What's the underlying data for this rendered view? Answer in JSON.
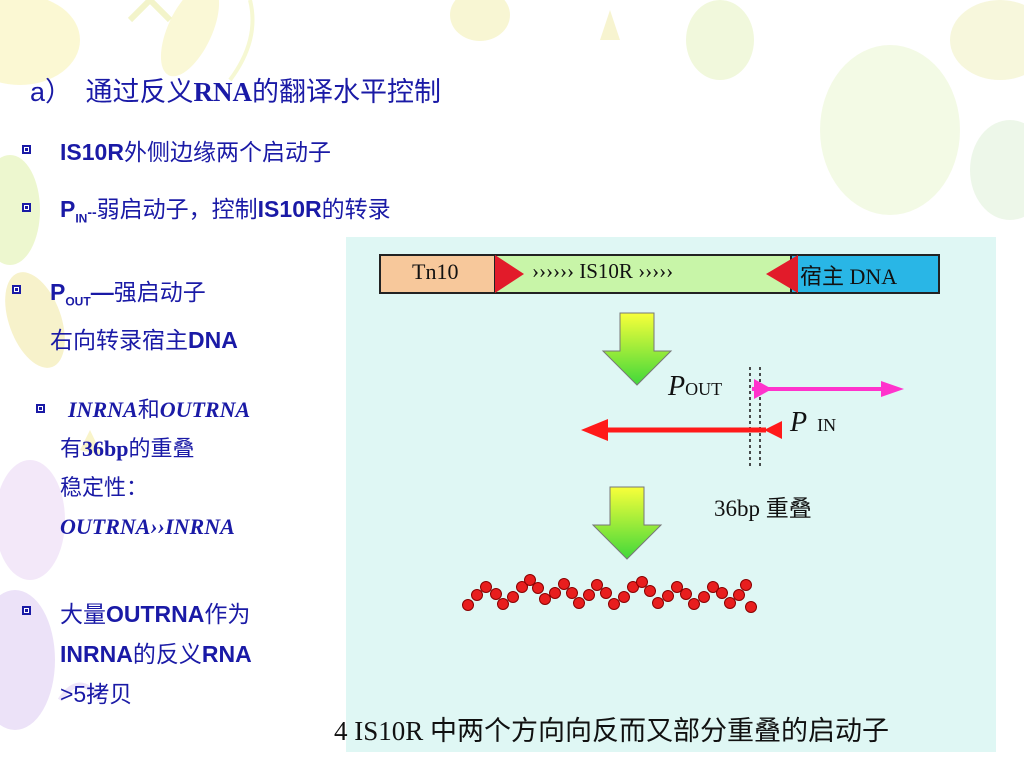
{
  "heading": {
    "prefix": "a",
    "paren": "）",
    "text_cn1": "通过反义",
    "text_rna": "RNA",
    "text_cn2": "的翻译水平控制"
  },
  "bullets": [
    {
      "line1_bold": "IS10R",
      "line1_rest": "外侧边缘两个启动子"
    },
    {
      "p_main": "P",
      "p_sub": "IN",
      "dash": "--",
      "rest1": "弱启动子，控制",
      "bold": "IS10R",
      "rest2": "的转录"
    },
    {
      "p_main": "P",
      "p_sub": "OUT",
      "dash": "—",
      "rest1": "强启动子",
      "line2_cn": "右向转录宿主",
      "line2_bold": "DNA"
    },
    {
      "it1": "INRNA",
      "cn1": "和",
      "it2": "OUTRNA",
      "line2_cn1": "有",
      "line2_num": "36bp",
      "line2_cn2": "的重叠",
      "line3": "稳定性：",
      "line4": "OUTRNA››INRNA"
    },
    {
      "l1_cn1": "大量",
      "l1_bold": "OUTRNA",
      "l1_cn2": "作为",
      "l2_bold": "INRNA",
      "l2_cn1": "的反义",
      "l2_bold2": "RNA",
      "l3": ">5拷贝"
    }
  ],
  "figure": {
    "seg_left": "Tn10",
    "seg_mid": "›››››› IS10R ›››››",
    "seg_right": "宿主 DNA",
    "pout_label": "P",
    "pout_sub": "OUT",
    "pin_label": "P",
    "pin_sub": "IN",
    "overlap_label": "36bp 重叠",
    "caption": "4 IS10R 中两个方向向反而又部分重叠的启动子"
  },
  "colors": {
    "text_blue": "#1a1aa6",
    "seg_left_fill": "#f7c89b",
    "seg_mid_fill": "#c8f5a8",
    "seg_right_fill": "#29b6e6",
    "promoter_red": "#e21b2a",
    "pout_arrow": "#ff33cc",
    "pin_arrow": "#ff1a1a",
    "figure_bg": "#dff7f4"
  }
}
